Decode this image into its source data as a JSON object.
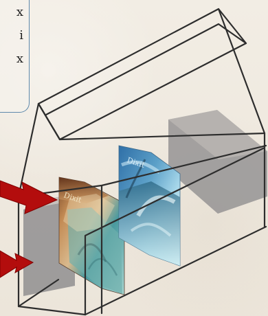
{
  "text_box": {
    "line_1": "x",
    "line_2": "i",
    "line_3": "x"
  },
  "cards": [
    {
      "title": "Dixit"
    },
    {
      "title": "Dixit"
    }
  ],
  "colors": {
    "box_outline": "#2d2d2d",
    "text_box_border": "#5d88ab",
    "arrow": "#b30d0d",
    "gray_block": "#9a9898"
  }
}
